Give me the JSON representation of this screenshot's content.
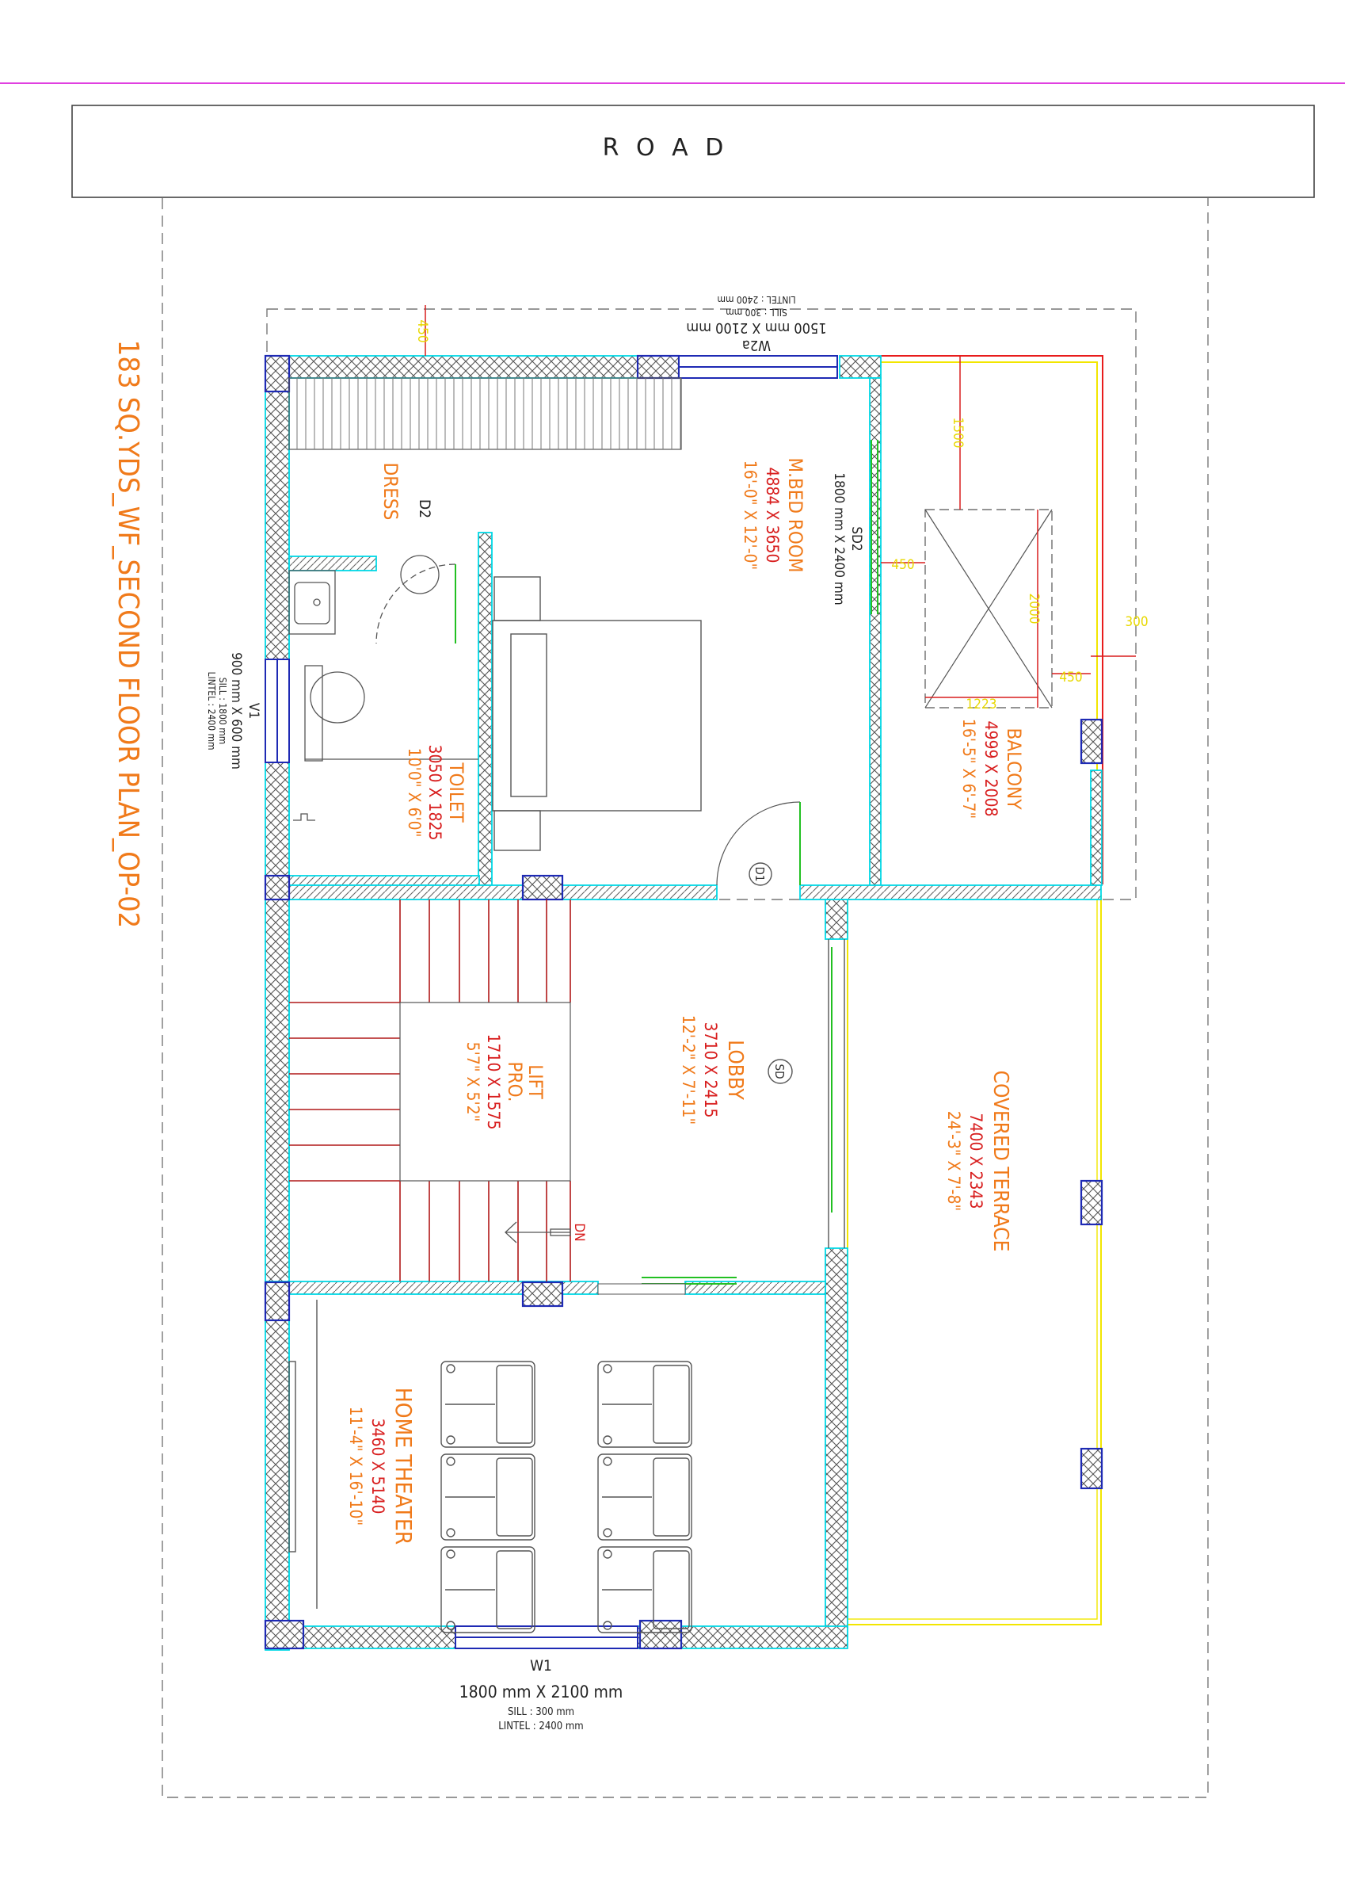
{
  "road_label": "R O A D",
  "plan_title": "183 SQ.YDS_WF_SECOND FLOOR PLAN_OP-02",
  "rooms": {
    "mbed": {
      "name": "M.BED ROOM",
      "mm": "4884 X 3650",
      "ft": "16'-0\" X 12'-0\""
    },
    "dress": {
      "name": "DRESS"
    },
    "toilet": {
      "name": "TOILET",
      "mm": "3050 X 1825",
      "ft": "10'0\" X 6'0\""
    },
    "balcony": {
      "name": "BALCONY",
      "mm": "4999 X 2008",
      "ft": "16'-5\" X 6'-7\""
    },
    "lobby": {
      "name": "LOBBY",
      "mm": "3710 X 2415",
      "ft": "12'-2\" X 7'-11\""
    },
    "lift": {
      "name": "LIFT",
      "sub": "PRO.",
      "mm": "1710 X 1575",
      "ft": "5'7\" X 5'2\""
    },
    "terrace": {
      "name": "COVERED TERRACE",
      "mm": "7400 X 2343",
      "ft": "24'-3\" X 7'-8\""
    },
    "theater": {
      "name": "HOME THEATER",
      "mm": "3460 X 5140",
      "ft": "11'-4\" X 16'-10\""
    }
  },
  "openings": {
    "w2a": {
      "tag": "W2a",
      "size": "1500 mm X 2100 mm",
      "sill": "SILL   :  300 mm",
      "lintel": "LINTEL : 2400 mm"
    },
    "w1": {
      "tag": "W1",
      "size": "1800 mm X 2100 mm",
      "sill": "SILL   :  300 mm",
      "lintel": "LINTEL : 2400 mm"
    },
    "v1": {
      "tag": "V1",
      "size": "900 mm X 600 mm",
      "sill": "SILL  : 1800 mm",
      "lintel": "LINTEL : 2400 mm"
    },
    "sd2": {
      "tag": "SD2",
      "size": "1800 mm X 2400 mm"
    },
    "d2": {
      "tag": "D2"
    },
    "d1": {
      "tag": "D1"
    },
    "sd": {
      "tag": "SD"
    },
    "dn": {
      "tag": "DN"
    }
  },
  "dimensions": {
    "d450_top": "450",
    "d1500": "1500",
    "d450_mid": "450",
    "d2000": "2000",
    "d1223": "1223",
    "d450_right": "450",
    "d300": "300"
  },
  "colors": {
    "header_line": "#e040e0",
    "wall_outline": "#00e5ee",
    "column_fill": "#1e2ab4",
    "title_text": "#f07a1a",
    "dimension_text": "#e8d800",
    "label_red": "#d81e1e",
    "stair_red": "#b01818",
    "terrace_yellow": "#f2e600"
  }
}
